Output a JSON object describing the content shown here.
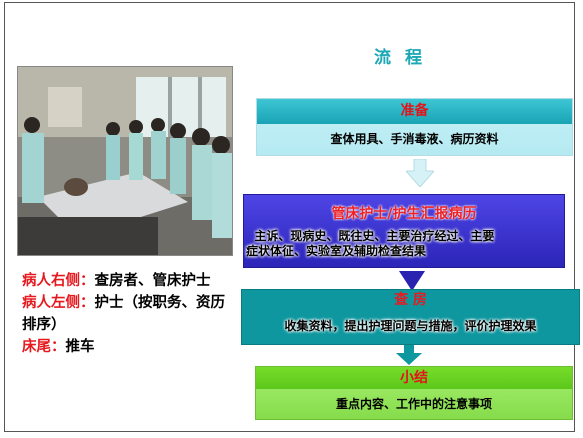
{
  "slide": {
    "title": "流 程",
    "photo_icon": "ward-round-photo"
  },
  "left_notes": {
    "line1_label": "病人右侧：",
    "line1_text": "查房者、管床护士",
    "line2_label": "病人左侧：",
    "line2_text": "护士（按职务、资历排序）",
    "line3_label": "床尾：",
    "line3_text": "推车"
  },
  "flow": {
    "step1": {
      "title": "准备",
      "content": "查体用具、手消毒液、病历资料"
    },
    "step2": {
      "title": "管床护士/护生汇报病历",
      "content_line1": "  主诉、现病史、既往史、主要治疗经过、主要",
      "content_line2": "症状体征、实验室及辅助检查结果"
    },
    "step3": {
      "title": "查 房",
      "content": "收集资料，提出护理问题与措施，评价护理效果"
    },
    "step4": {
      "title": "小结",
      "content": "重点内容、工作中的注意事项"
    }
  },
  "colors": {
    "title": "#1ba7b5",
    "label_red": "#e6191e",
    "step1": "#19a3b4",
    "step2": "#2c25b8",
    "step3": "#0e979f",
    "step4": "#86dc4b"
  }
}
